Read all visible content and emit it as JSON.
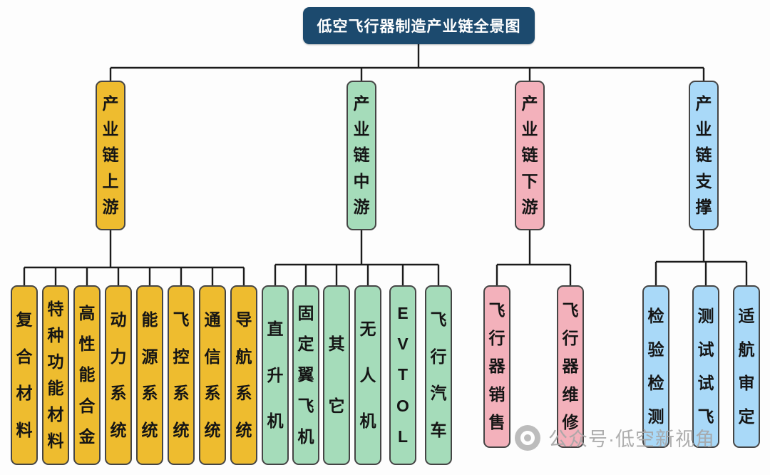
{
  "title": "低空飞行器制造产业链全景图",
  "watermark": {
    "text": "公众号·低空新视角",
    "icon": "camera-logo-icon"
  },
  "colors": {
    "background": "#fdfdfd",
    "title_bg": "#1c4a6e",
    "title_text": "#ffffff",
    "connector": "#1b1b1b",
    "node_border": "#454545",
    "watermark_text": "#a6a6a6",
    "watermark_logo": "#b5b5b5"
  },
  "branches": [
    {
      "id": "upstream",
      "label": "产业链上游",
      "color": "#eebc2f",
      "children": [
        "复合材料",
        "特种功能材料",
        "高性能合金",
        "动力系统",
        "能源系统",
        "飞控系统",
        "通信系统",
        "导航系统"
      ]
    },
    {
      "id": "midstream",
      "label": "产业链中游",
      "color": "#a5dcba",
      "children": [
        "直升机",
        "固定翼飞机",
        "其它",
        "无人机",
        "EVTOL",
        "飞行汽车"
      ]
    },
    {
      "id": "downstream",
      "label": "产业链下游",
      "color": "#f3b1bb",
      "children": [
        "飞行器销售",
        "飞行器维修"
      ]
    },
    {
      "id": "support",
      "label": "产业链支撑",
      "color": "#a9d9f8",
      "children": [
        "检验检测",
        "测试试飞",
        "适航审定"
      ]
    }
  ]
}
